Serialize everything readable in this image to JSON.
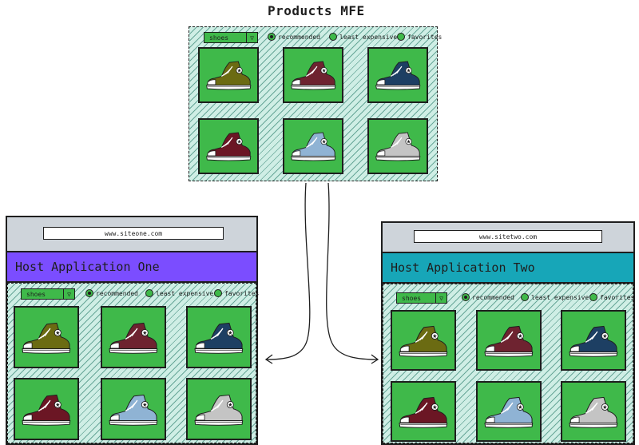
{
  "mfe": {
    "title": "Products MFE",
    "filter": {
      "select_value": "shoes",
      "options": [
        "recommended",
        "least expensive",
        "favorites"
      ],
      "selected": "recommended"
    },
    "products": [
      "olive",
      "maroon",
      "navy",
      "burgundy",
      "lightblue",
      "gray"
    ]
  },
  "host_one": {
    "url": "www.siteone.com",
    "title": "Host Application One",
    "banner_color": "#7b4dff"
  },
  "host_two": {
    "url": "www.sitetwo.com",
    "title": "Host Application Two",
    "banner_color": "#17a6b8"
  },
  "colors": {
    "tile_green": "#3fb94a",
    "hatch": "#cfeee5",
    "olive": "#6b6b12",
    "maroon": "#6e2330",
    "navy": "#1d3f63",
    "burgundy": "#6b1624",
    "lightblue": "#8fb3d4",
    "gray": "#c4c4c4"
  }
}
